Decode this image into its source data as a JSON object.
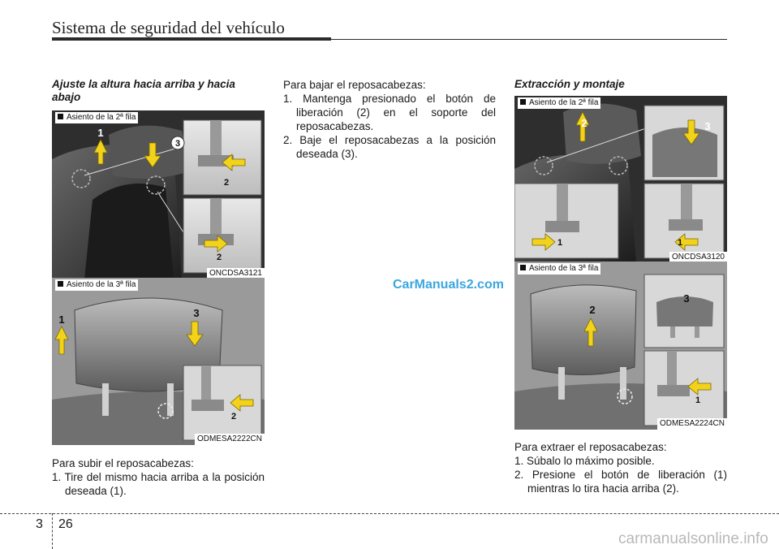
{
  "header": {
    "title": "Sistema de seguridad del vehículo"
  },
  "left": {
    "section_title": "Ajuste la altura hacia arriba y hacia abajo",
    "figure_top": {
      "caption": "Asiento de la 2ª fila",
      "code": "ONCDSA3121",
      "labels": [
        "1",
        "3",
        "2",
        "2"
      ]
    },
    "figure_bottom": {
      "caption": "Asiento de la 3ª fila",
      "code": "ODMESA2222CN",
      "labels": [
        "1",
        "3",
        "2"
      ]
    },
    "intro": "Para subir el reposacabezas:",
    "steps": [
      "1. Tire del mismo hacia arriba a la posición deseada (1)."
    ]
  },
  "middle": {
    "intro": "Para bajar el reposacabezas:",
    "steps": [
      "1. Mantenga presionado el botón de liberación (2) en el soporte del reposacabezas.",
      "2. Baje el reposacabezas a la posición deseada (3)."
    ],
    "watermark": "CarManuals2.com"
  },
  "right": {
    "section_title": "Extracción y montaje",
    "figure_top": {
      "caption": "Asiento de la 2ª fila",
      "code": "ONCDSA3120",
      "labels": [
        "2",
        "3",
        "1",
        "1"
      ]
    },
    "figure_bottom": {
      "caption": "Asiento de la 3ª fila",
      "code": "ODMESA2224CN",
      "labels": [
        "2",
        "3",
        "1"
      ]
    },
    "intro": "Para extraer el reposacabezas:",
    "steps": [
      "1. Súbalo lo máximo posible.",
      "2. Presione el botón de liberación (1) mientras lo tira hacia arriba (2)."
    ]
  },
  "footer": {
    "chapter": "3",
    "page": "26",
    "site": "carmanualsonline.info"
  },
  "colors": {
    "arrow": "#f2d21a",
    "figure_bg": "#2b2b2b",
    "watermark": "#3aa6e0"
  }
}
